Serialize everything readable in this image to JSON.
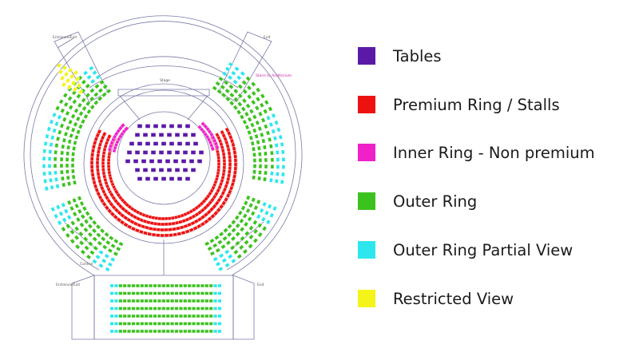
{
  "colors": {
    "tables": "#5a1aa6",
    "premium": "#ee1111",
    "inner": "#ee22c8",
    "outer": "#3cc21f",
    "partial": "#2ee6ee",
    "restricted": "#f4f418",
    "line": "#7a7aa8"
  },
  "legend": {
    "items": [
      {
        "label": "Tables",
        "color": "#5a1aa6"
      },
      {
        "label": "Premium Ring / Stalls",
        "color": "#ee1111"
      },
      {
        "label": "Inner Ring - Non premium",
        "color": "#ee22c8"
      },
      {
        "label": "Outer Ring",
        "color": "#3cc21f"
      },
      {
        "label": "Outer Ring Partial View",
        "color": "#2ee6ee"
      },
      {
        "label": "Restricted View",
        "color": "#f4f418"
      }
    ]
  },
  "plan": {
    "stage_label": "Stage",
    "entrance_left_top": "Entrance/Exit",
    "exit_right_top": "Exit",
    "stairs_label": "Stairs to Auditorium",
    "control_label": "Control",
    "entrance_left_bottom": "Entrance/Exit",
    "exit_right_bottom": "Exit"
  }
}
